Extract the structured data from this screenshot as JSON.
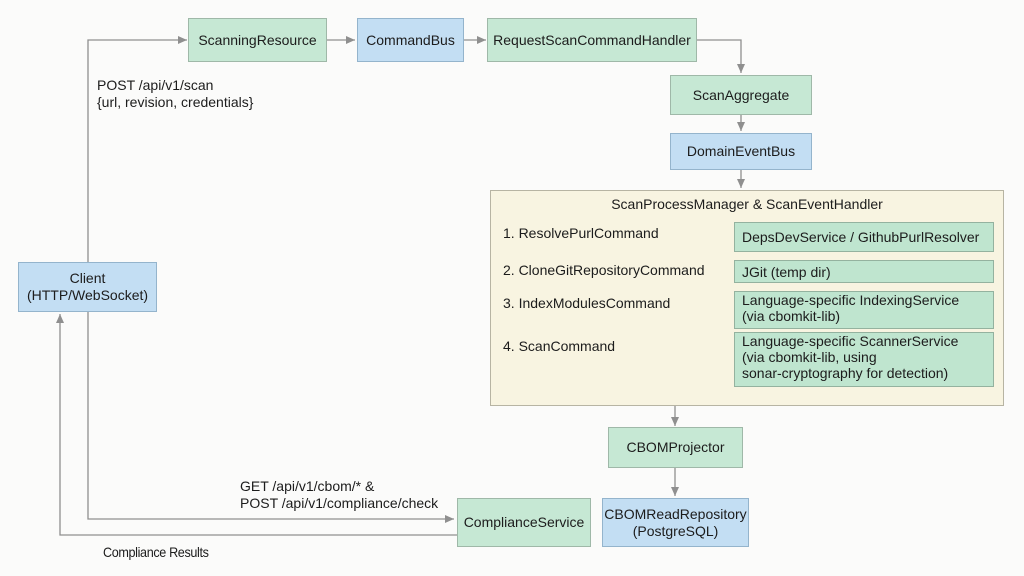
{
  "nodes": {
    "client": {
      "line1": "Client",
      "line2": "(HTTP/WebSocket)"
    },
    "scanning_resource": "ScanningResource",
    "command_bus": "CommandBus",
    "request_handler": "RequestScanCommandHandler",
    "scan_aggregate": "ScanAggregate",
    "domain_event_bus": "DomainEventBus",
    "cbom_projector": "CBOMProjector",
    "cbom_read_repository": {
      "line1": "CBOMReadRepository",
      "line2": "(PostgreSQL)"
    },
    "compliance_service": "ComplianceService"
  },
  "process_manager": {
    "title": "ScanProcessManager & ScanEventHandler",
    "steps": [
      {
        "command": "1. ResolvePurlCommand",
        "target": [
          "DepsDevService / GithubPurlResolver"
        ]
      },
      {
        "command": "2. CloneGitRepositoryCommand",
        "target": [
          "JGit (temp dir)"
        ]
      },
      {
        "command": "3. IndexModulesCommand",
        "target": [
          "Language-specific IndexingService",
          "(via cbomkit-lib)"
        ]
      },
      {
        "command": "4. ScanCommand",
        "target": [
          "Language-specific ScannerService",
          "(via cbomkit-lib, using",
          "sonar-cryptography for detection)"
        ]
      }
    ]
  },
  "edge_labels": {
    "scan_request": {
      "line1": "POST /api/v1/scan",
      "line2": "{url, revision, credentials}"
    },
    "cbom_request": {
      "line1": "GET /api/v1/cbom/* &",
      "line2": "POST /api/v1/compliance/check"
    },
    "compliance_results": "Compliance Results"
  },
  "colors": {
    "green_node": "#c6e8d4",
    "blue_node": "#c3def3",
    "container": "#f8f4e1",
    "edge": "#8f8f8f"
  }
}
